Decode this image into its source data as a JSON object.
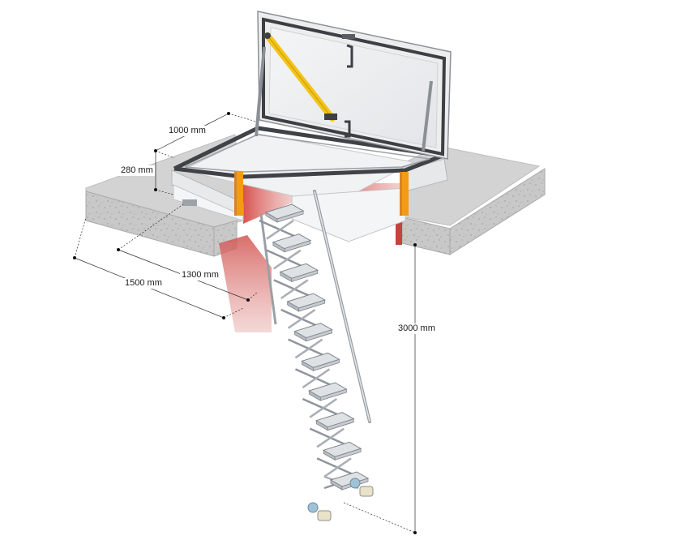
{
  "dimensions": {
    "width_label": "1000 mm",
    "curb_height_label": "280 mm",
    "inner_length_label": "1300 mm",
    "outer_length_label": "1500 mm",
    "floor_height_label": "3000 mm"
  },
  "ladder": {
    "step_count": 10
  },
  "colors": {
    "slab": "#c9c9c9",
    "hatch_frame": "#ebedef",
    "lid_frame": "#4a4d52",
    "red_zone": "#d9534f",
    "gas_strut": "#f2c318",
    "orange_trim": "#f39c12",
    "metal": "#b8bec6"
  }
}
